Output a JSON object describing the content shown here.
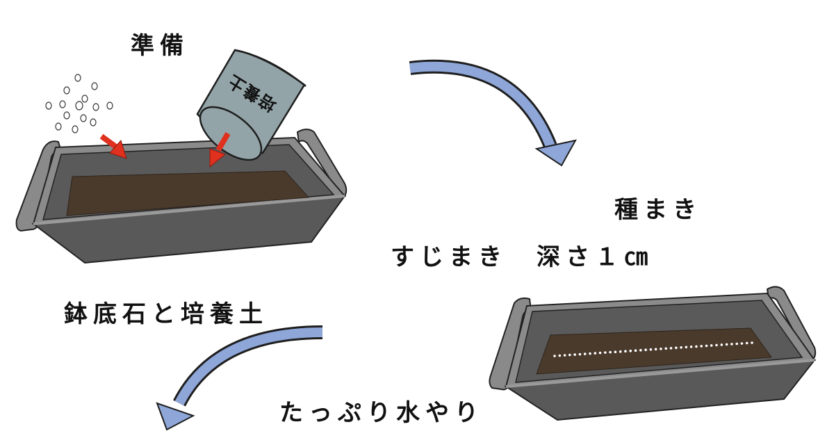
{
  "labels": {
    "prep": "準備",
    "bag": "培養土",
    "materials": "鉢底石と培養土",
    "sowing": "種まき",
    "method": "すじまき　深さ１㎝",
    "watering": "たっぷり水やり"
  },
  "colors": {
    "planter_body": "#5a5a5a",
    "planter_rim": "#888888",
    "soil": "#4a3a2c",
    "bag": "#93a4a8",
    "arrow_red": "#e0301e",
    "arrow_blue": "#8ea6d8",
    "stones": "#ffffff",
    "seeds": "#ffffff"
  }
}
